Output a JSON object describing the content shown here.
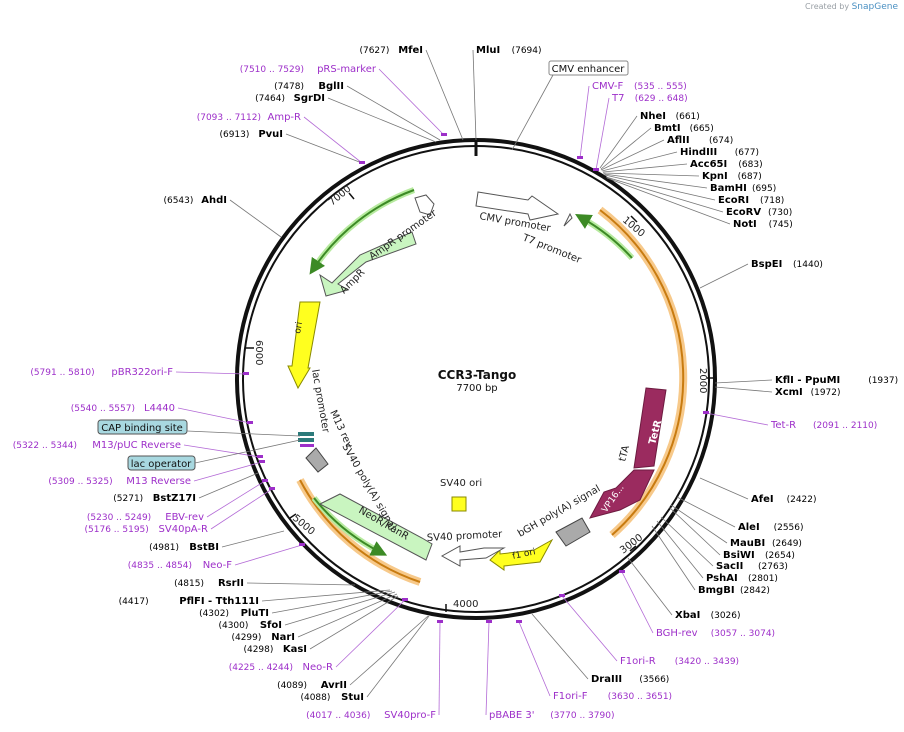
{
  "header": {
    "created_by": "Created by",
    "brand": "SnapGene"
  },
  "plasmid": {
    "name": "CCR3-Tango",
    "length_label": "7700 bp",
    "length": 7700
  },
  "ticks": [
    "1000",
    "2000",
    "3000",
    "4000",
    "5000",
    "6000",
    "7000"
  ],
  "colors": {
    "backbone": "#111111",
    "enzyme_text": "#000000",
    "primer_text": "#9d2fc9",
    "orange_feature": "#f4a63a",
    "green_feature": "#2e9a2e",
    "purple_feature": "#8e2a5f"
  },
  "enzymes": [
    {
      "name": "MfeI",
      "pos": "(7627)"
    },
    {
      "name": "MluI",
      "pos": "(7694)"
    },
    {
      "name": "BglII",
      "pos": "(7478)"
    },
    {
      "name": "SgrDI",
      "pos": "(7464)"
    },
    {
      "name": "PvuI",
      "pos": "(6913)"
    },
    {
      "name": "AhdI",
      "pos": "(6543)"
    },
    {
      "name": "NheI",
      "pos": "(661)"
    },
    {
      "name": "BmtI",
      "pos": "(665)"
    },
    {
      "name": "AflII",
      "pos": "(674)"
    },
    {
      "name": "HindIII",
      "pos": "(677)"
    },
    {
      "name": "Acc65I",
      "pos": "(683)"
    },
    {
      "name": "KpnI",
      "pos": "(687)"
    },
    {
      "name": "BamHI",
      "pos": "(695)"
    },
    {
      "name": "EcoRI",
      "pos": "(718)"
    },
    {
      "name": "EcoRV",
      "pos": "(730)"
    },
    {
      "name": "NotI",
      "pos": "(745)"
    },
    {
      "name": "BspEI",
      "pos": "(1440)"
    },
    {
      "name": "KflI  - PpuMI",
      "pos": "(1937)"
    },
    {
      "name": "XcmI",
      "pos": "(1972)"
    },
    {
      "name": "AfeI",
      "pos": "(2422)"
    },
    {
      "name": "AleI",
      "pos": "(2556)"
    },
    {
      "name": "MauBI",
      "pos": "(2649)"
    },
    {
      "name": "BsiWI",
      "pos": "(2654)"
    },
    {
      "name": "SacII",
      "pos": "(2763)"
    },
    {
      "name": "PshAI",
      "pos": "(2801)"
    },
    {
      "name": "BmgBI",
      "pos": "(2842)"
    },
    {
      "name": "XbaI",
      "pos": "(3026)"
    },
    {
      "name": "DraIII",
      "pos": "(3566)"
    },
    {
      "name": "BstZ17I",
      "pos": "(5271)"
    },
    {
      "name": "BstBI",
      "pos": "(4981)"
    },
    {
      "name": "RsrII",
      "pos": "(4815)"
    },
    {
      "name": "PflFI  - Tth111I",
      "pos": "(4417)"
    },
    {
      "name": "PluTI",
      "pos": "(4302)"
    },
    {
      "name": "SfoI",
      "pos": "(4300)"
    },
    {
      "name": "NarI",
      "pos": "(4299)"
    },
    {
      "name": "KasI",
      "pos": "(4298)"
    },
    {
      "name": "AvrII",
      "pos": "(4089)"
    },
    {
      "name": "StuI",
      "pos": "(4088)"
    }
  ],
  "primers": [
    {
      "name": "pRS-marker",
      "range": "(7510 .. 7529)"
    },
    {
      "name": "Amp-R",
      "range": "(7093 .. 7112)"
    },
    {
      "name": "CMV-F",
      "range": "(535 .. 555)"
    },
    {
      "name": "T7",
      "range": "(629 .. 648)"
    },
    {
      "name": "Tet-R",
      "range": "(2091 .. 2110)"
    },
    {
      "name": "BGH-rev",
      "range": "(3057 .. 3074)"
    },
    {
      "name": "F1ori-R",
      "range": "(3420 .. 3439)"
    },
    {
      "name": "F1ori-F",
      "range": "(3630 .. 3651)"
    },
    {
      "name": "pBABE 3'",
      "range": "(3770 .. 3790)"
    },
    {
      "name": "SV40pro-F",
      "range": "(4017 .. 4036)"
    },
    {
      "name": "Neo-R",
      "range": "(4225 .. 4244)"
    },
    {
      "name": "Neo-F",
      "range": "(4835 .. 4854)"
    },
    {
      "name": "SV40pA-R",
      "range": "(5176 .. 5195)"
    },
    {
      "name": "EBV-rev",
      "range": "(5230 .. 5249)"
    },
    {
      "name": "M13 Reverse",
      "range": "(5309 .. 5325)"
    },
    {
      "name": "M13/pUC Reverse",
      "range": "(5322 .. 5344)"
    },
    {
      "name": "L4440",
      "range": "(5540 .. 5557)"
    },
    {
      "name": "pBR322ori-F",
      "range": "(5791 .. 5810)"
    }
  ],
  "boxed_features": [
    "CMV enhancer",
    "CAP binding site",
    "lac operator"
  ],
  "features": {
    "cmv_promoter": "CMV promoter",
    "t7_promoter": "T7 promoter",
    "ampr_promoter": "AmpR promoter",
    "ampr": "AmpR",
    "ori": "ori",
    "lac_promoter": "lac promoter",
    "m13_rev": "M13 rev",
    "sv40_polyA_1": "SV40 poly(A) signal",
    "neo": "NeoR/KanR",
    "sv40_promoter": "SV40 promoter",
    "f1_ori": "f1 ori",
    "bgh": "bGH poly(A) signal",
    "sv40_ori": "SV40 ori",
    "tta": "tTA",
    "tetr": "TetR",
    "vp16": "VP16..."
  }
}
